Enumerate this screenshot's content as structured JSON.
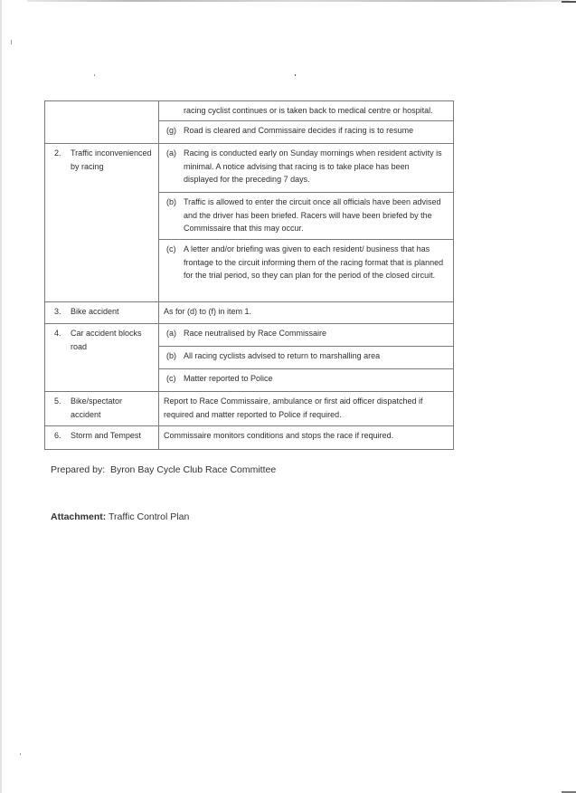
{
  "table": {
    "rows": [
      {
        "number": "",
        "risk": "",
        "actions": [
          {
            "letter": "",
            "text": "racing cyclist continues or is taken back to medical centre or hospital."
          },
          {
            "letter": "(g)",
            "text": "Road is cleared and Commissaire decides if racing is to resume"
          }
        ]
      },
      {
        "number": "2.",
        "risk": "Traffic inconvenienced by racing",
        "actions": [
          {
            "letter": "(a)",
            "text": "Racing is conducted early on Sunday mornings when resident activity is minimal. A notice advising that racing is to take place has been displayed for the preceding 7 days."
          },
          {
            "letter": "(b)",
            "text": "Traffic is allowed to enter the circuit once all officials have been advised and the driver has been briefed. Racers will have been briefed by the Commissaire that this may occur."
          },
          {
            "letter": "(c)",
            "text": "A letter and/or briefing was given to each resident/ business that has frontage to the circuit informing them of the racing format that is planned for the trial period, so they can plan for the period of the closed circuit."
          }
        ]
      },
      {
        "number": "3.",
        "risk": "Bike accident",
        "action": "As for (d) to (f) in item 1."
      },
      {
        "number": "4.",
        "risk": "Car accident blocks road",
        "actions": [
          {
            "letter": "(a)",
            "text": "Race neutralised by Race Commissaire"
          },
          {
            "letter": "(b)",
            "text": "All racing cyclists advised to return to marshalling area"
          },
          {
            "letter": "(c)",
            "text": "Matter reported to Police"
          }
        ]
      },
      {
        "number": "5.",
        "risk": "Bike/spectator accident",
        "action": "Report to Race Commissaire, ambulance or first aid officer dispatched if required and matter reported to Police if required."
      },
      {
        "number": "6.",
        "risk": "Storm and Tempest",
        "action": "Commissaire monitors conditions and stops the race if required."
      }
    ]
  },
  "footer": {
    "prepared_label": "Prepared by:",
    "prepared_value": "Byron Bay Cycle Club Race Committee",
    "attachment_label": "Attachment:",
    "attachment_value": "Traffic Control Plan"
  }
}
